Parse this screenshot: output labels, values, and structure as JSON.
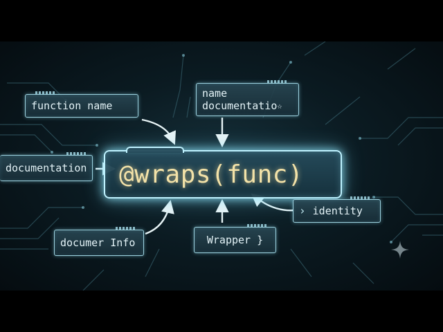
{
  "diagram": {
    "center_label": "@wraps(func)",
    "nodes": {
      "function_name": "function name",
      "name_documentation": [
        "name",
        "documentatio"
      ],
      "documentation": "documentation",
      "identity_arrow": "›",
      "identity": "identity",
      "documer_info": "documer Info",
      "wrapper": "Wrapper }"
    }
  },
  "icons": {
    "sparkle": "sparkle-icon",
    "star_glyph": "☆",
    "arrows": "arrow-icon"
  },
  "colors": {
    "background": "#0b1b22",
    "box_border": "#9ed3e0",
    "main_glow": "#bff2ff",
    "main_text": "#f3e2a8",
    "label_text": "#e4f3f7",
    "arrow": "#e8f4f6"
  }
}
